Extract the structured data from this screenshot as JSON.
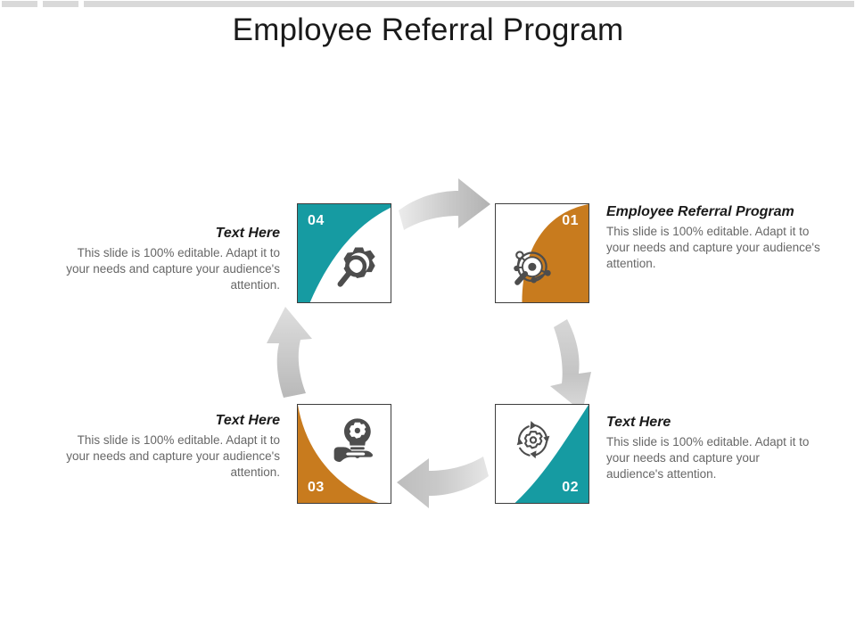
{
  "slide": {
    "title": "Employee Referral Program",
    "background_color": "#ffffff"
  },
  "top_strip": {
    "color": "#d9d9d9",
    "segments": [
      "segment-1",
      "segment-2",
      "segment-3"
    ]
  },
  "palette": {
    "orange": "#C87B1E",
    "teal": "#169BA2",
    "arrow_gray_light": "#e2e2e2",
    "arrow_gray_dark": "#a8a8a8",
    "heading_text": "#1a1a1a",
    "body_text": "#676767",
    "tile_border": "#3d3d3d",
    "number_text": "#ffffff"
  },
  "steps": [
    {
      "id": "01",
      "number": "01",
      "accent_color": "#C87B1E",
      "accent_name": "orange",
      "icon": "magnifier-network-icon",
      "heading": "Employee Referral Program",
      "body": "This slide is 100% editable. Adapt it to your needs and capture your audience's attention."
    },
    {
      "id": "02",
      "number": "02",
      "accent_color": "#169BA2",
      "accent_name": "teal",
      "icon": "cycle-gear-icon",
      "heading": "Text Here",
      "body": "This slide is 100% editable. Adapt it to your needs and capture your audience's attention."
    },
    {
      "id": "03",
      "number": "03",
      "accent_color": "#C87B1E",
      "accent_name": "orange",
      "icon": "hand-lightbulb-gear-icon",
      "heading": "Text Here",
      "body": "This slide is 100% editable. Adapt it to your needs and capture your audience's attention."
    },
    {
      "id": "04",
      "number": "04",
      "accent_color": "#169BA2",
      "accent_name": "teal",
      "icon": "gear-magnifier-icon",
      "heading": "Text Here",
      "body": "This slide is 100% editable. Adapt it to your needs and capture your audience's attention."
    }
  ],
  "arrows": [
    {
      "name": "arrow-top-rightward",
      "direction": "right"
    },
    {
      "name": "arrow-right-downward",
      "direction": "down"
    },
    {
      "name": "arrow-bottom-leftward",
      "direction": "left"
    },
    {
      "name": "arrow-left-upward",
      "direction": "up"
    }
  ]
}
